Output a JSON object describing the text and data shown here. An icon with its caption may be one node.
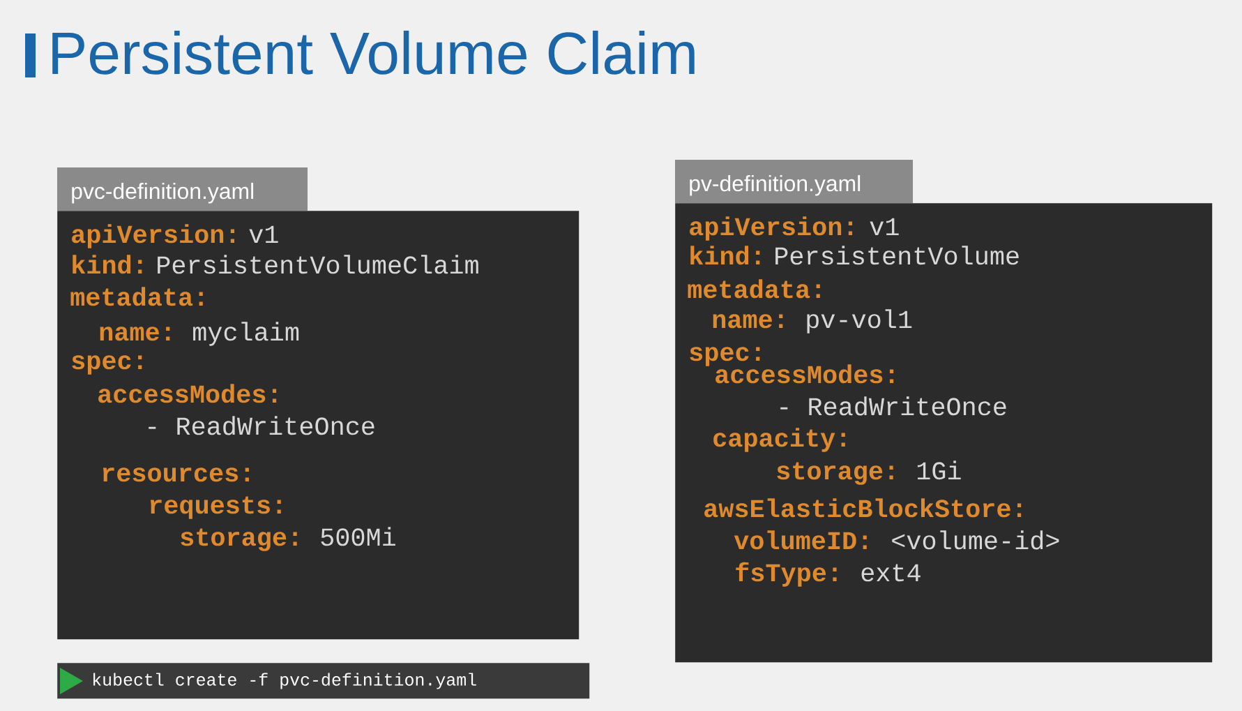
{
  "diagram": {
    "title": "Persistent Volume Claim",
    "nodes": [
      {
        "text": [
          "pvc-definition.yaml",
          "apiVersion:",
          "v1",
          "kind:",
          "PersistentVolumeClaim",
          "metadata:",
          "name:",
          "myclaim",
          "spec:",
          "accessModes:",
          "- ReadWriteOnce",
          "resources:",
          "requests:",
          "storage:",
          "500Mi"
        ]
      },
      {
        "text": [
          "pv-definition.yaml",
          "apiVersion:",
          "v1",
          "kind:",
          "PersistentVolume",
          "metadata:",
          "name:",
          "pv-vol1",
          "spec:",
          "accessModes:",
          "- ReadWriteOnce",
          "capacity:",
          "storage:",
          "1Gi",
          "awsElasticBlockStore:",
          "volumeID:",
          "<volume-id>",
          "fsType:",
          "ext4"
        ]
      },
      {
        "text": [
          "kubectl create -f pvc-definition.yaml"
        ]
      }
    ]
  }
}
